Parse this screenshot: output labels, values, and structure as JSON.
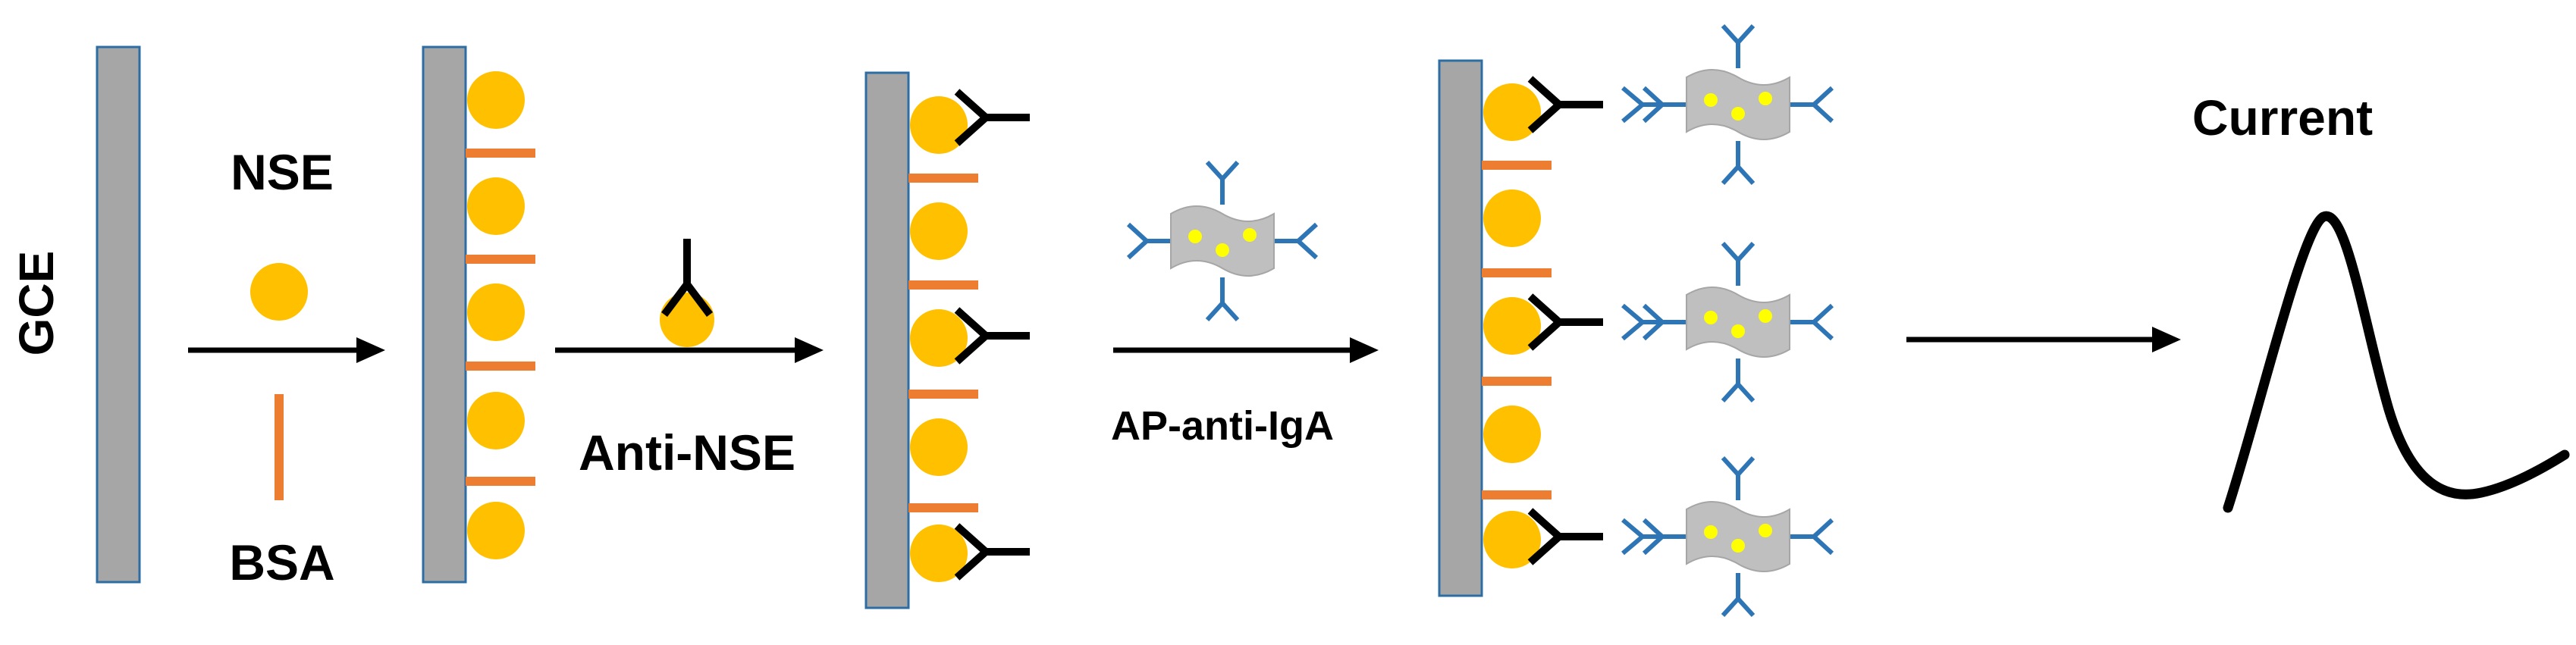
{
  "labels": {
    "gce": "GCE",
    "nse": "NSE",
    "bsa": "BSA",
    "anti_nse": "Anti-NSE",
    "ap_anti_iga": "AP-anti-IgA",
    "current": "Current"
  },
  "colors": {
    "electrode_fill": "#A6A6A6",
    "electrode_border": "#2E6DA4",
    "nse_antigen": "#FFC000",
    "bsa_block": "#ED7D31",
    "antibody_black": "#000000",
    "antibody_blue": "#2E75B6",
    "ap_enzyme": "#BFBFBF",
    "ap_dots": "#FFFF00",
    "arrow": "#000000"
  },
  "icons": {
    "electrode": "electrode-bar-icon",
    "antigen": "antigen-circle-icon",
    "bsa": "bsa-bar-icon",
    "antibody": "y-antibody-icon",
    "enzyme": "ap-enzyme-label-icon",
    "signal": "current-peak-icon"
  }
}
